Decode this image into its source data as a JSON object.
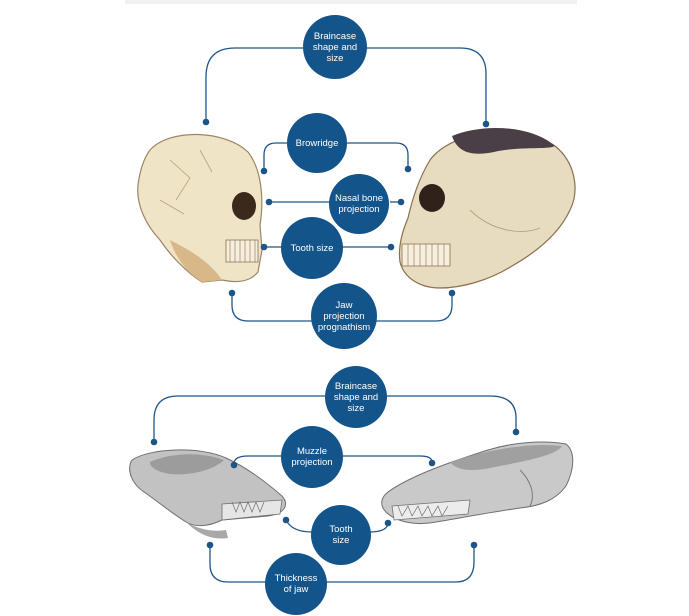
{
  "colors": {
    "accent": "#13548a",
    "connector": "#1c5688",
    "bone_light": "#efe4c6",
    "bone_dark": "#8a6f4f",
    "bone_gray": "#b9b9b9"
  },
  "hominin": {
    "nodes": {
      "braincase": "Braincase\nshape and\nsize",
      "browridge": "Browridge",
      "nasal": "Nasal bone\nprojection",
      "tooth": "Tooth size",
      "jaw": "Jaw\nprojection\nprognathism"
    }
  },
  "canid": {
    "nodes": {
      "braincase": "Braincase\nshape and\nsize",
      "muzzle": "Muzzle\nprojection",
      "tooth": "Tooth\nsize",
      "jaw": "Thickness\nof jaw"
    }
  },
  "icons": [
    "human-skull-icon",
    "ape-skull-icon",
    "dog-skull-icon",
    "wolf-skull-icon"
  ]
}
